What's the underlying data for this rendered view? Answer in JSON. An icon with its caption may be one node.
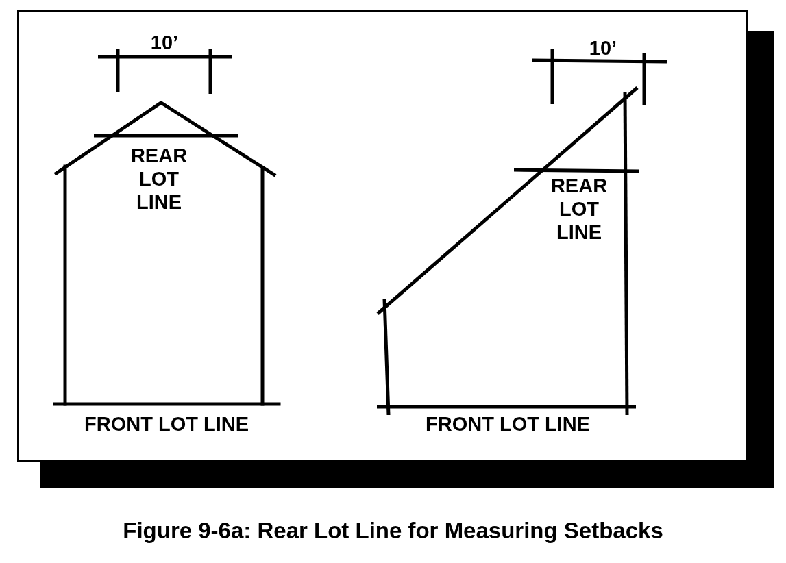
{
  "diagram": {
    "caption": "Figure 9-6a: Rear Lot Line for Measuring Setbacks",
    "labels": [
      "10’",
      "10’",
      "REAR LOT LINE",
      "REAR LOT LINE",
      "FRONT LOT LINE",
      "FRONT LOT LINE"
    ]
  }
}
